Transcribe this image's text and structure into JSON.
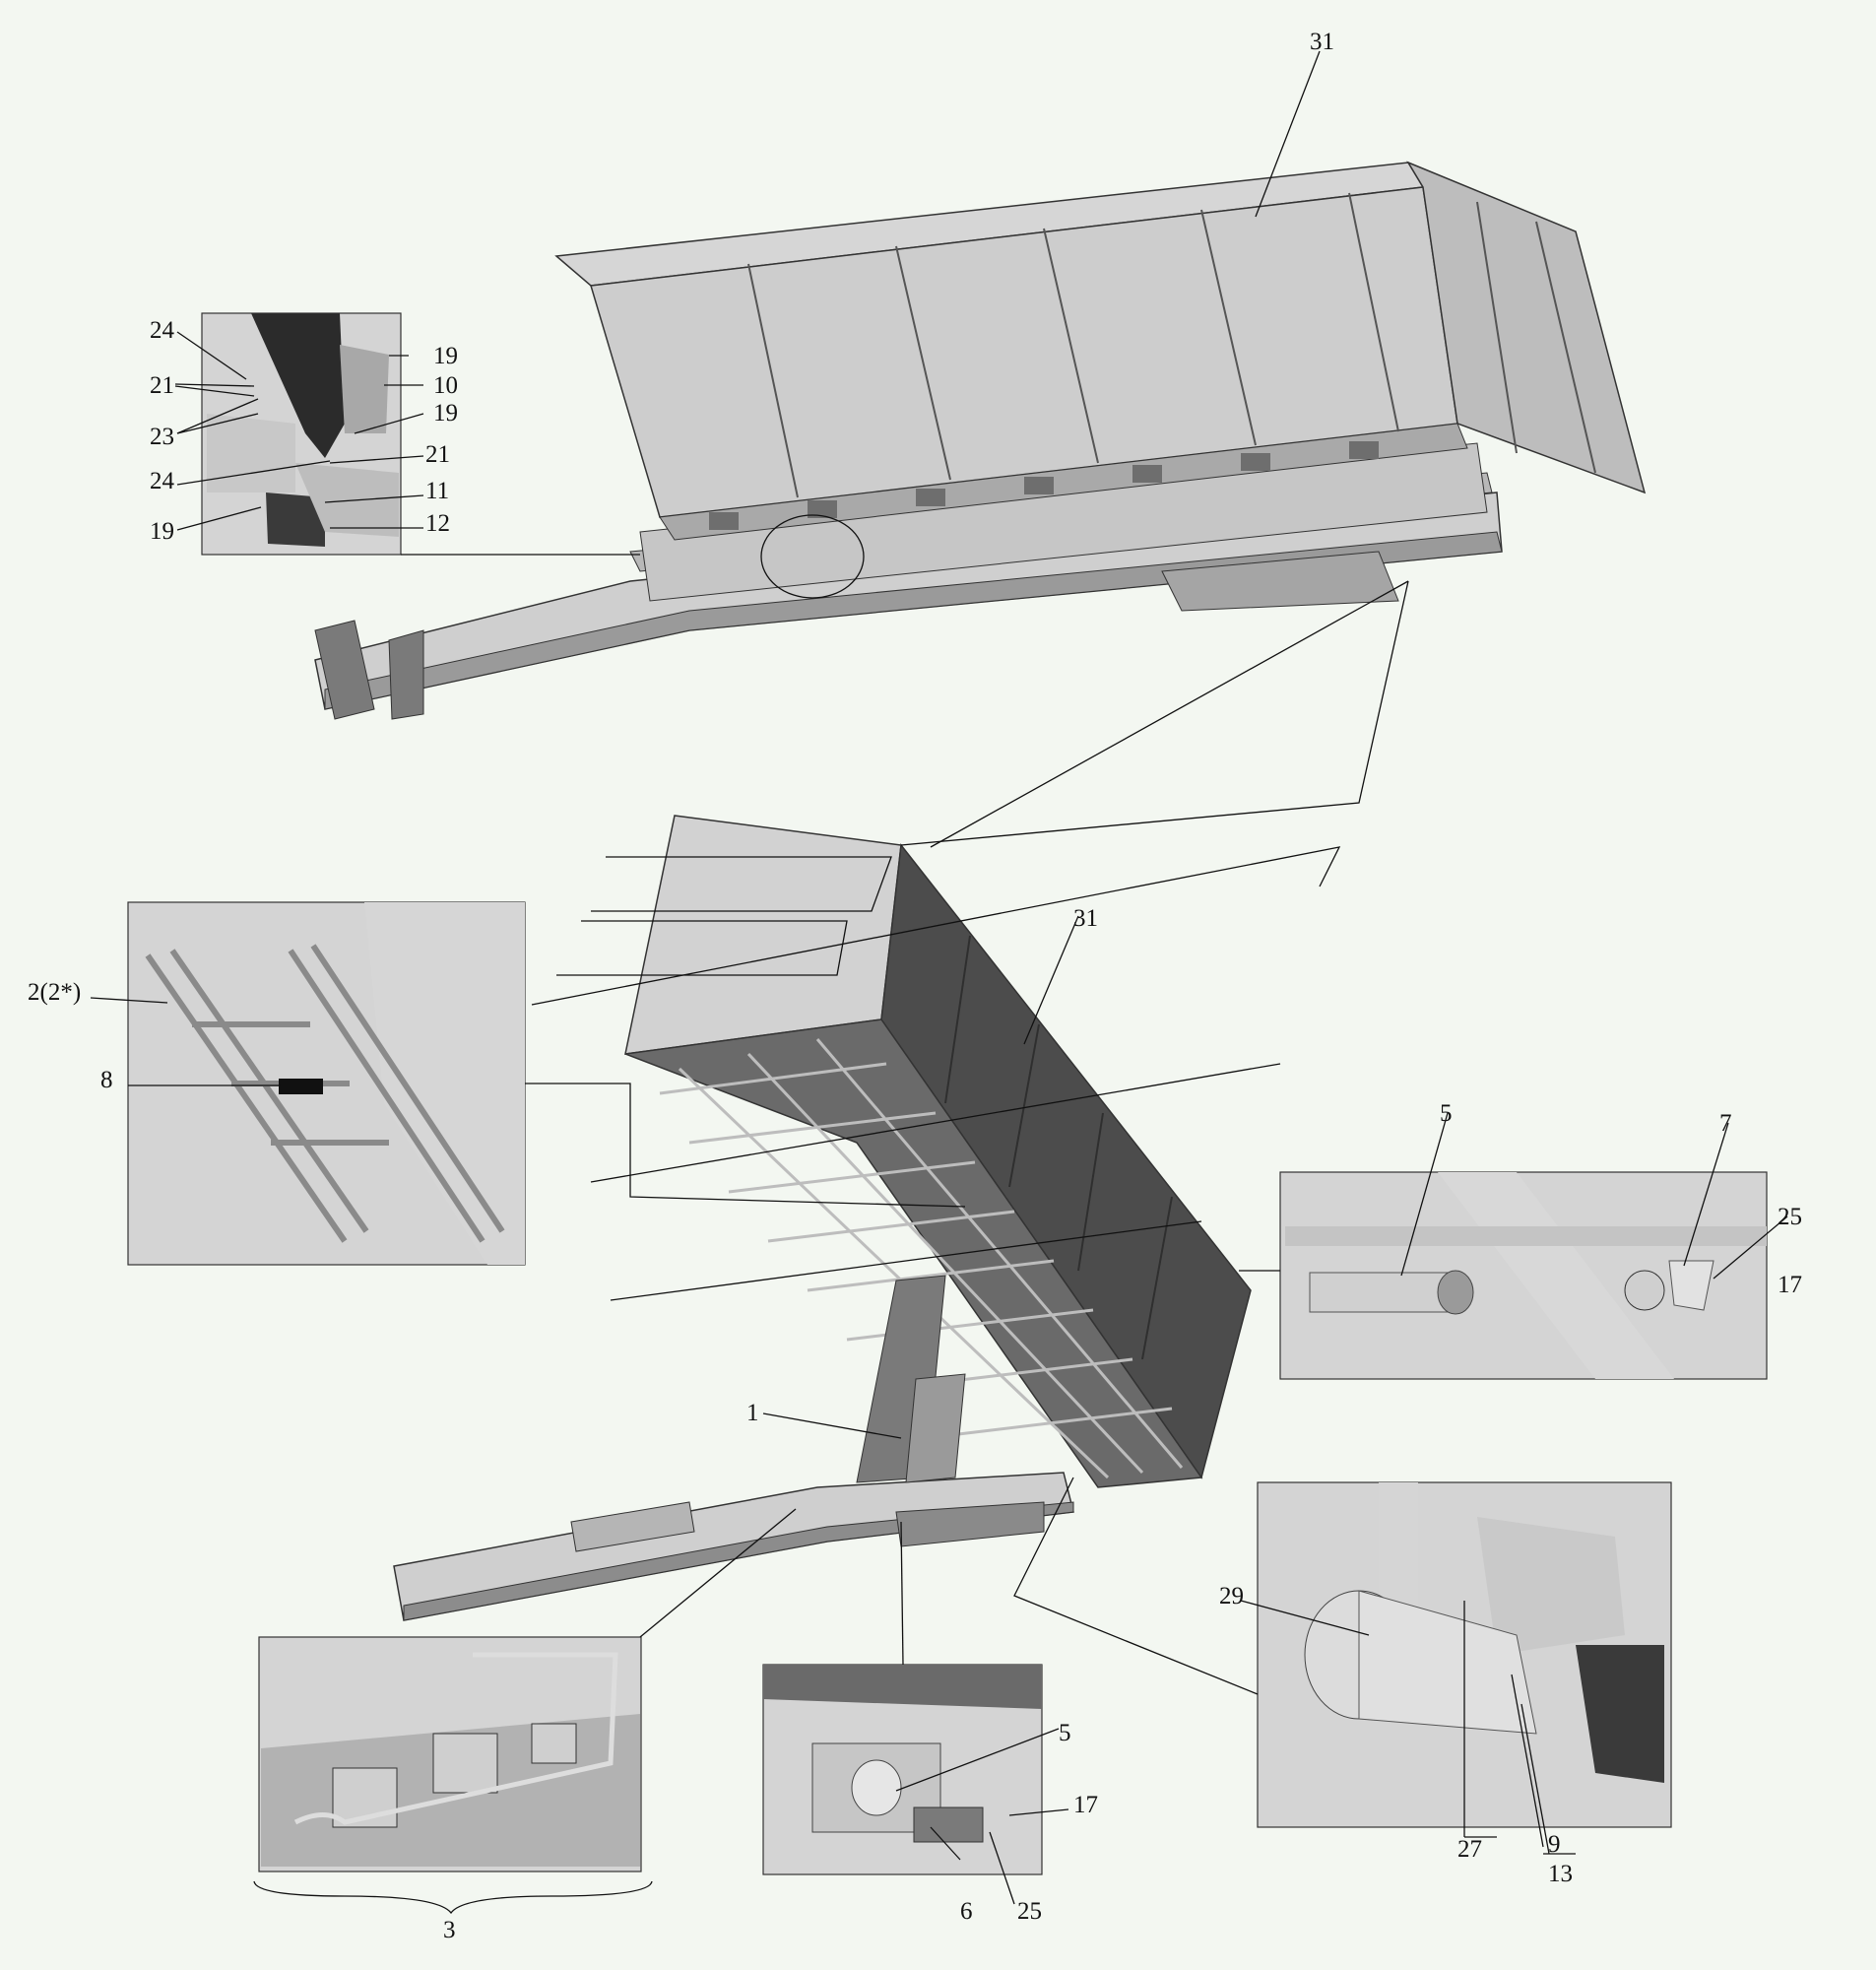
{
  "callouts": {
    "c31_top": "31",
    "c24_a": "24",
    "c21_a": "21",
    "c23": "23",
    "c24_b": "24",
    "c19_left": "19",
    "c19_a": "19",
    "c10": "10",
    "c19_b": "19",
    "c21_b": "21",
    "c11": "11",
    "c12": "12",
    "c31_mid": "31",
    "c2": "2(2*)",
    "c8": "8",
    "c5_right": "5",
    "c7": "7",
    "c25_right": "25",
    "c17_right": "17",
    "c1": "1",
    "c29": "29",
    "c27": "27",
    "c9": "9",
    "c13": "13",
    "c5_bottom": "5",
    "c17_bottom": "17",
    "c6": "6",
    "c25_bottom": "25",
    "c3": "3"
  },
  "colors": {
    "background": "#f3f7f1",
    "body_light": "#d2d2d2",
    "body_dark": "#5a5a5a",
    "line": "#111111"
  }
}
